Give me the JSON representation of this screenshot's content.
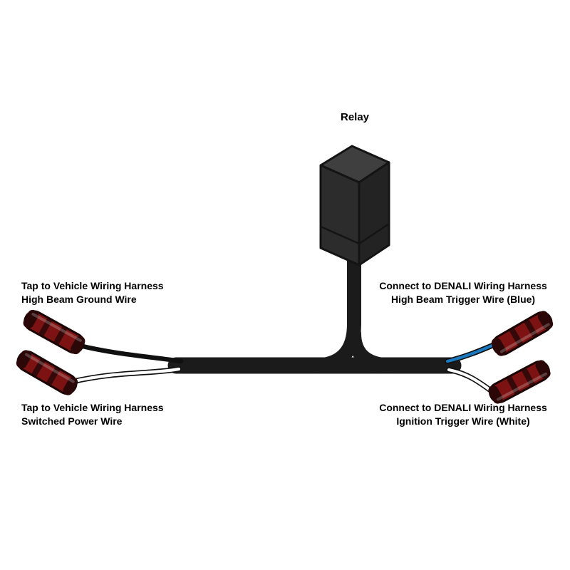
{
  "diagram": {
    "relay_label": "Relay",
    "labels": {
      "left_top_line1": "Tap to Vehicle Wiring Harness",
      "left_top_line2": "High Beam Ground Wire",
      "left_bottom_line1": "Tap to Vehicle Wiring Harness",
      "left_bottom_line2": "Switched Power Wire",
      "right_top_line1": "Connect to DENALI Wiring Harness",
      "right_top_line2": "High Beam Trigger Wire (Blue)",
      "right_bottom_line1": "Connect to DENALI Wiring Harness",
      "right_bottom_line2": "Ignition Trigger Wire (White)"
    },
    "colors": {
      "background": "#ffffff",
      "cable_black": "#1b1b1b",
      "relay_body": "#2c2c2c",
      "wire_black": "#101010",
      "wire_blue": "#1b79c0",
      "wire_white": "#ffffff",
      "connector_red": "#7d1212",
      "connector_band": "#350909",
      "text": "#000000"
    }
  }
}
